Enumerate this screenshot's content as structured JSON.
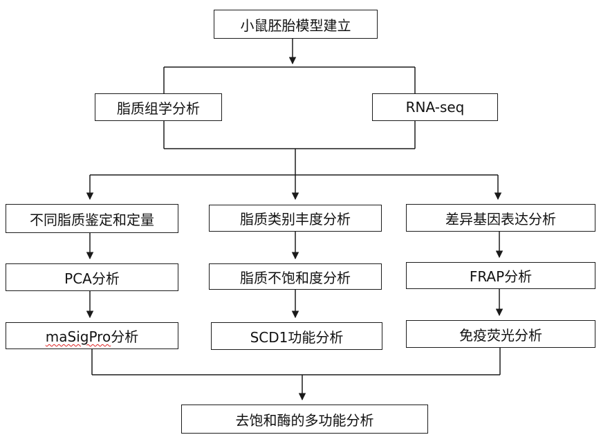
{
  "diagram": {
    "top": "小鼠胚胎模型建立",
    "branches": {
      "lipidomics": "脂质组学分析",
      "rnaseq": "RNA-seq"
    },
    "column1": [
      "不同脂质鉴定和定量",
      "PCA分析",
      "maSigPro分析"
    ],
    "column2": [
      "脂质类别丰度分析",
      "脂质不饱和度分析",
      "SCD1功能分析"
    ],
    "column3": [
      "差异基因表达分析",
      "FRAP分析",
      "免疫荧光分析"
    ],
    "bottom": "去饱和酶的多功能分析"
  },
  "colors": {
    "line": "#1a1a1a",
    "spellcheck_underline": "#e02020"
  }
}
